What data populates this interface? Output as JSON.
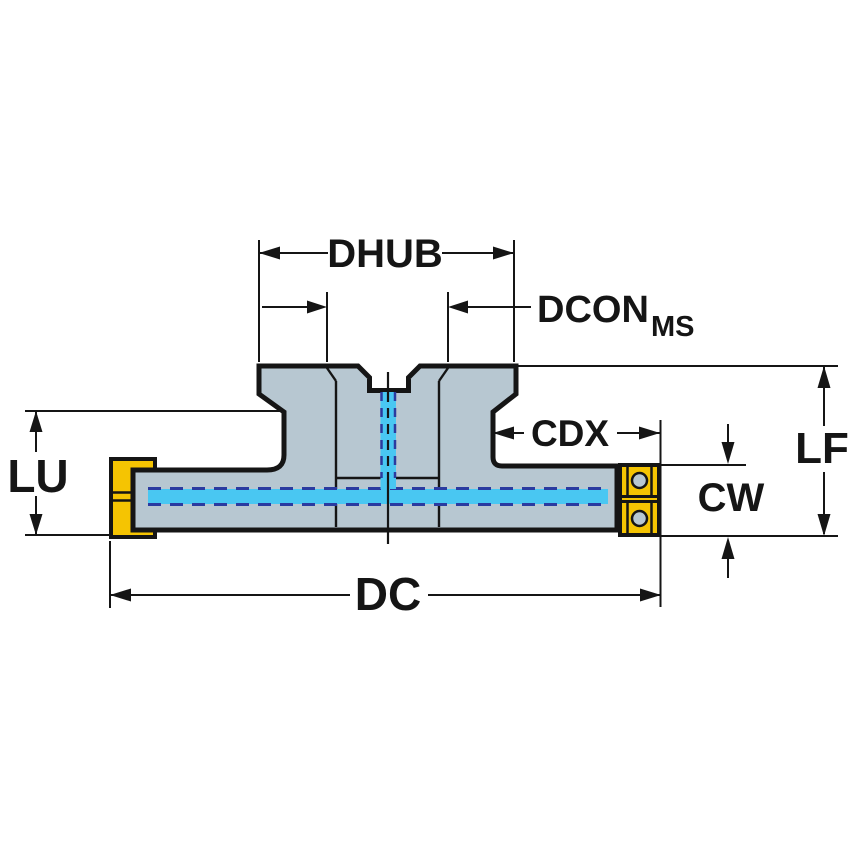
{
  "drawing": {
    "type": "technical-dimension-drawing",
    "subject": "side-and-face-milling-cutter-cross-section",
    "labels": {
      "dhub": "DHUB",
      "dcon": "DCON",
      "dcon_subscript": "MS",
      "cdx": "CDX",
      "lf": "LF",
      "lu": "LU",
      "cw": "CW",
      "dc": "DC"
    },
    "colors": {
      "background": "#ffffff",
      "body_fill": "#b7c7d1",
      "outline": "#151515",
      "insert_fill": "#f5c402",
      "bore_highlight": "#49c7f2",
      "hidden_line": "#2a3ba0",
      "dimension_color": "#151515"
    }
  }
}
